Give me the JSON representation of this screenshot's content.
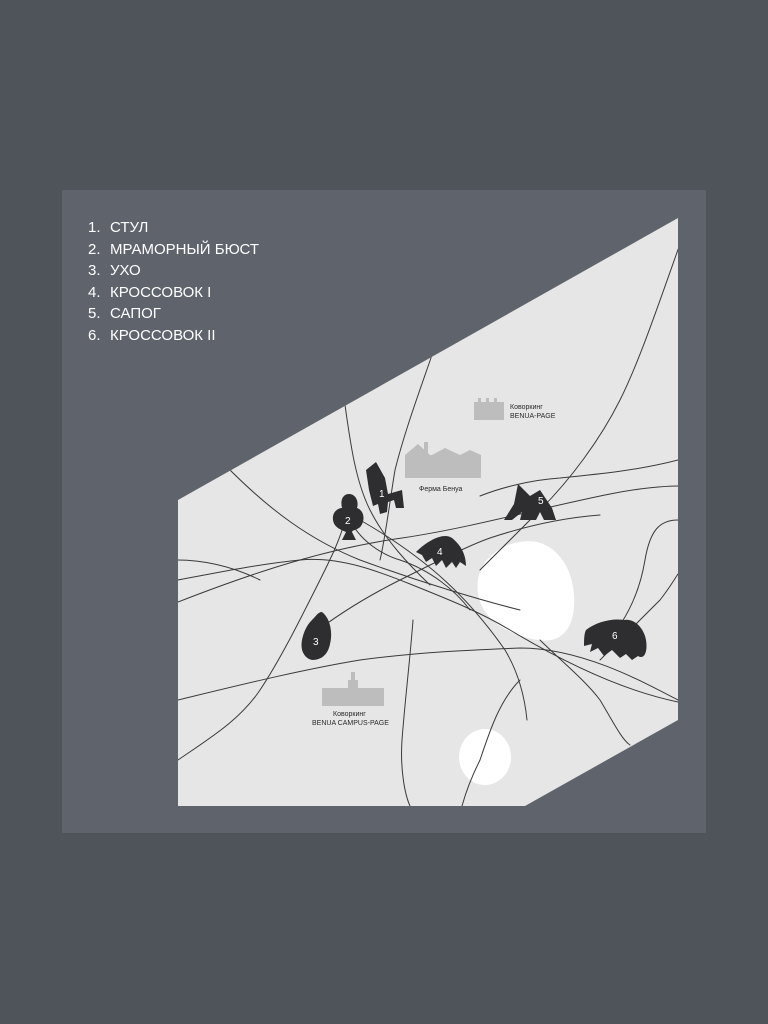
{
  "legend": [
    {
      "num": "1.",
      "label": "СТУЛ"
    },
    {
      "num": "2.",
      "label": "МРАМОРНЫЙ БЮСТ"
    },
    {
      "num": "3.",
      "label": "УХО"
    },
    {
      "num": "4.",
      "label": "КРОССОВОК I"
    },
    {
      "num": "5.",
      "label": "САПОГ"
    },
    {
      "num": "6.",
      "label": "КРОССОВОК II"
    }
  ],
  "places": {
    "coworking_page_line1": "Коворкинг",
    "coworking_page_line2": "BENUA-PAGE",
    "farm": "Ферма Бенуа",
    "coworking_campus_line1": "Коворкинг",
    "coworking_campus_line2": "BENUA CAMPUS-PAGE"
  },
  "markers": [
    "1",
    "2",
    "3",
    "4",
    "5",
    "6"
  ],
  "colors": {
    "page_bg": "#4f545b",
    "panel_bg": "#5f636b",
    "map_fill": "#e6e6e6",
    "roads": "#3a3a3a",
    "buildings": "#bdbdbd",
    "markers": "#2e2e30"
  }
}
